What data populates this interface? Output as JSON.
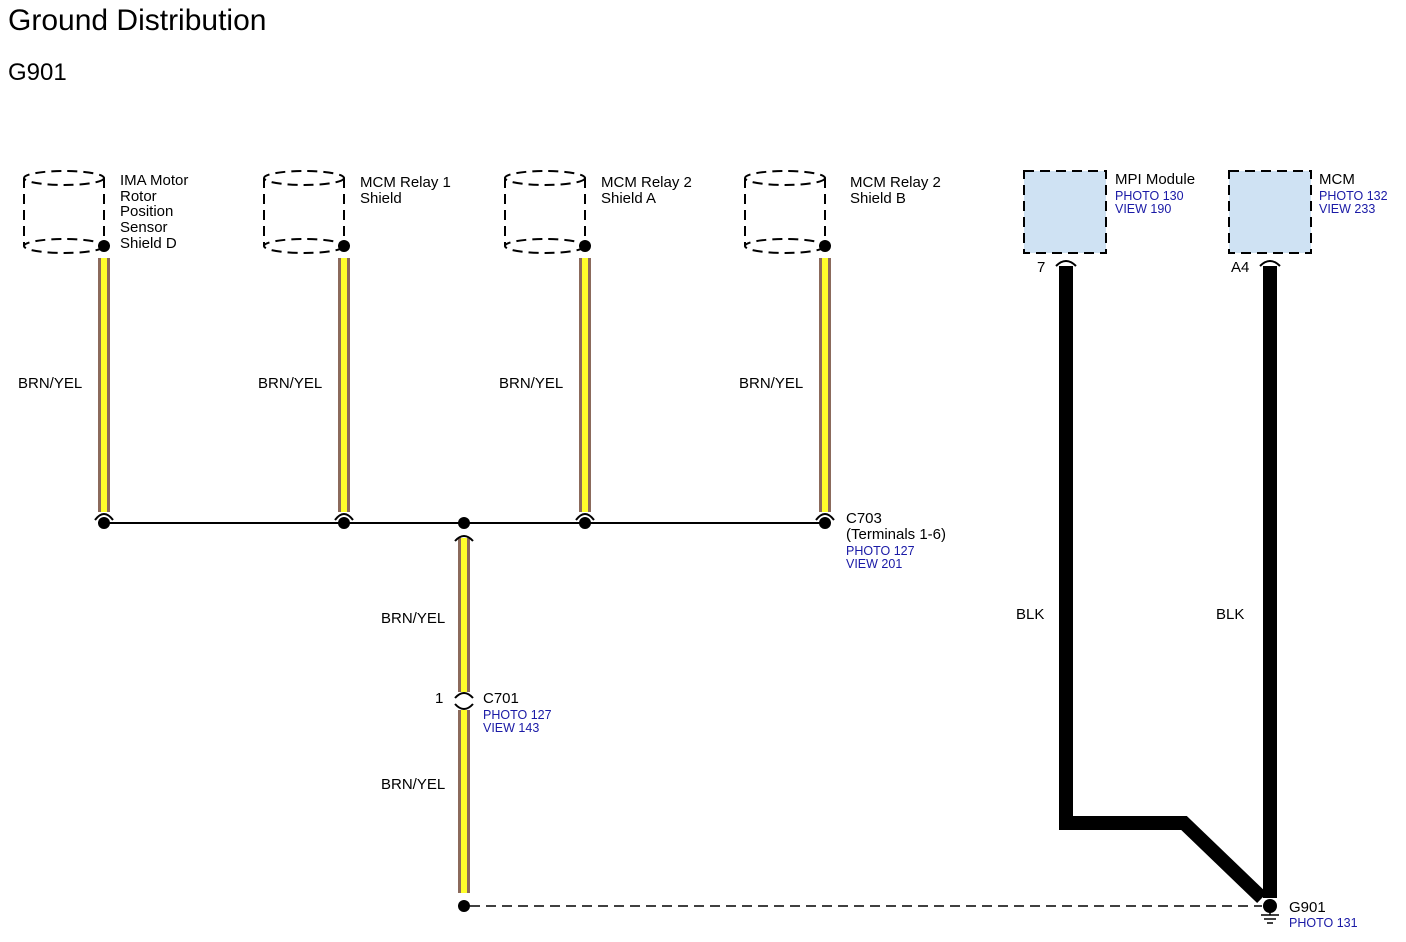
{
  "title": "Ground Distribution",
  "subtitle": "G901",
  "shield_components": [
    {
      "lines": [
        "IMA Motor",
        "Rotor",
        "Position",
        "Sensor",
        "Shield D"
      ],
      "wire": "BRN/YEL"
    },
    {
      "lines": [
        "MCM Relay 1",
        "Shield"
      ],
      "wire": "BRN/YEL"
    },
    {
      "lines": [
        "MCM Relay 2",
        "Shield A"
      ],
      "wire": "BRN/YEL"
    },
    {
      "lines": [
        "MCM Relay 2",
        "Shield B"
      ],
      "wire": "BRN/YEL"
    }
  ],
  "modules": [
    {
      "name": "MPI Module",
      "photo": "PHOTO 130",
      "view": "VIEW 190",
      "pin": "7",
      "wire": "BLK"
    },
    {
      "name": "MCM",
      "photo": "PHOTO 132",
      "view": "VIEW 233",
      "pin": "A4",
      "wire": "BLK"
    }
  ],
  "c703": {
    "name": "C703",
    "terminals": "(Terminals 1-6)",
    "photo": "PHOTO 127",
    "view": "VIEW 201"
  },
  "trunk_upper_wire": "BRN/YEL",
  "c701": {
    "pin": "1",
    "name": "C701",
    "photo": "PHOTO 127",
    "view": "VIEW 143"
  },
  "trunk_lower_wire": "BRN/YEL",
  "ground": {
    "name": "G901",
    "photo": "PHOTO 131"
  },
  "colors": {
    "brn": "#8b6a5c",
    "yel": "#ffff2a",
    "blk": "#000000",
    "module_fill": "#cfe2f3"
  }
}
